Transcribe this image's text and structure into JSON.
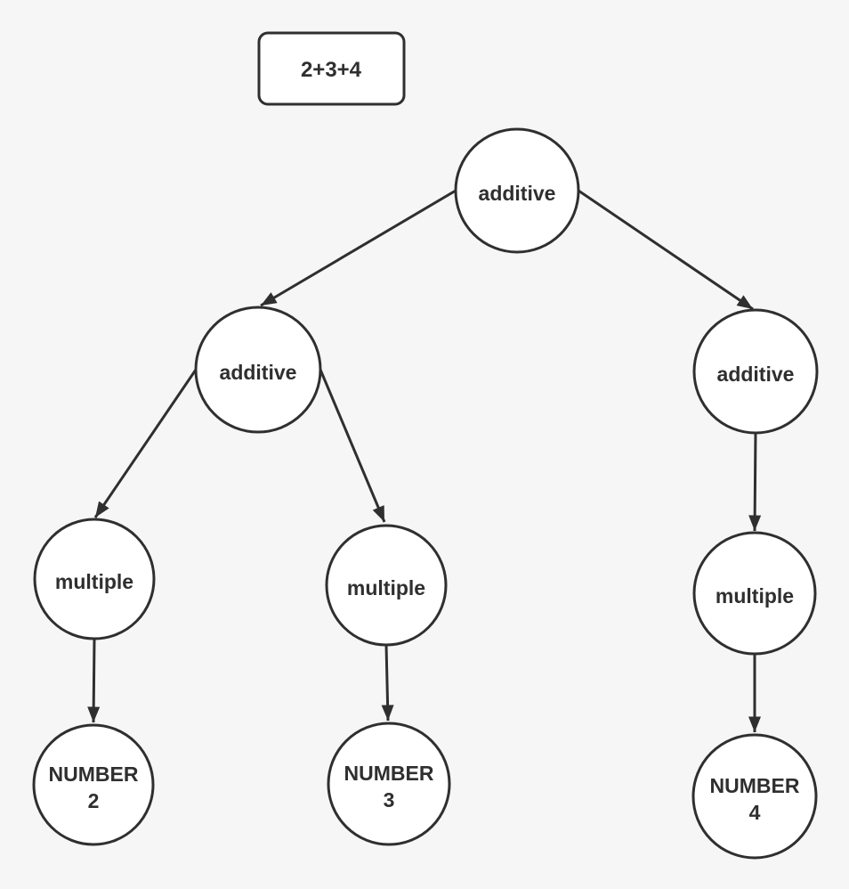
{
  "diagram": {
    "title_hint": "parse tree",
    "expression": "2+3+4",
    "nodes": {
      "root": {
        "label": "additive"
      },
      "additive_left": {
        "label": "additive"
      },
      "additive_right": {
        "label": "additive"
      },
      "multiple_left": {
        "label": "multiple"
      },
      "multiple_middle": {
        "label": "multiple"
      },
      "multiple_right": {
        "label": "multiple"
      },
      "number_left": {
        "label": "NUMBER",
        "value": "2"
      },
      "number_middle": {
        "label": "NUMBER",
        "value": "3"
      },
      "number_right": {
        "label": "NUMBER",
        "value": "4"
      }
    },
    "edges": [
      {
        "from": "root",
        "to": "additive_left"
      },
      {
        "from": "root",
        "to": "additive_right"
      },
      {
        "from": "additive_left",
        "to": "multiple_left"
      },
      {
        "from": "additive_left",
        "to": "multiple_middle"
      },
      {
        "from": "additive_right",
        "to": "multiple_right"
      },
      {
        "from": "multiple_left",
        "to": "number_left"
      },
      {
        "from": "multiple_middle",
        "to": "number_middle"
      },
      {
        "from": "multiple_right",
        "to": "number_right"
      }
    ]
  },
  "colors": {
    "background": "#f6f6f6",
    "node_fill": "#ffffff",
    "stroke": "#2f2f2f",
    "text": "#2f2f2f"
  }
}
